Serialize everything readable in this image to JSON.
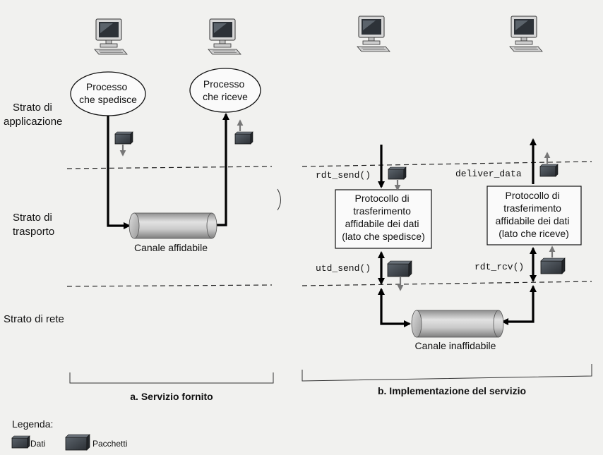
{
  "layers": {
    "application": [
      "Strato di",
      "applicazione"
    ],
    "transport": [
      "Strato di",
      "trasporto"
    ],
    "network": "Strato di rete"
  },
  "panel_a": {
    "sender_process": [
      "Processo",
      "che spedisce"
    ],
    "receiver_process": [
      "Processo",
      "che riceve"
    ],
    "channel": "Canale affidabile",
    "caption": "a. Servizio fornito"
  },
  "panel_b": {
    "rdt_send": "rdt_send()",
    "deliver_data": "deliver_data",
    "udt_send": "utd_send()",
    "rdt_rcv": "rdt_rcv()",
    "sender_protocol": [
      "Protocollo di",
      "trasferimento",
      "affidabile dei dati",
      "(lato che spedisce)"
    ],
    "receiver_protocol": [
      "Protocollo di",
      "trasferimento",
      "affidabile dei dati",
      "(lato che riceve)"
    ],
    "channel": "Canale inaffidabile",
    "caption": "b. Implementazione del servizio"
  },
  "legend": {
    "title": "Legenda:",
    "data": "Dati",
    "packets": "Pacchetti"
  },
  "colors": {
    "background": "#f1f1ef",
    "pipe": "#b8b8b8",
    "data_block": "#3a3f45",
    "arrow_small": "#777777"
  }
}
